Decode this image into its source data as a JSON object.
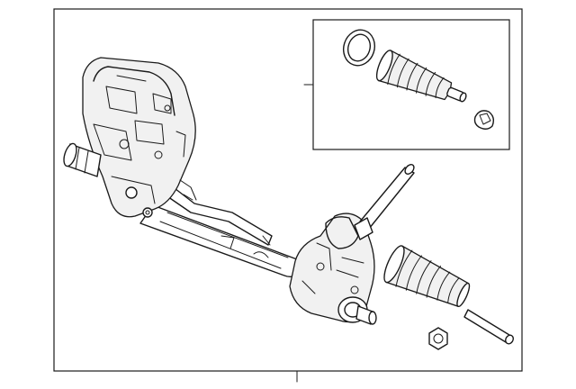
{
  "diagram": {
    "kind": "exploded parts illustration",
    "parts": [
      "steering-gear-assembly",
      "inner-tie-rod",
      "boot",
      "clamp-ring",
      "boot-clamp",
      "hex-nut",
      "inset-detail-box"
    ],
    "labels": []
  }
}
